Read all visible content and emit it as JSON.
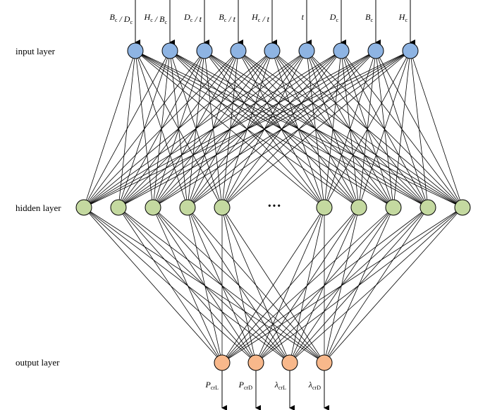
{
  "labels": {
    "input": "input layer",
    "hidden": "hidden layer",
    "output": "output layer",
    "ellipsis": "···"
  },
  "inputs": [
    {
      "parts": [
        [
          "B",
          "c"
        ],
        [
          "/ D",
          "c"
        ]
      ]
    },
    {
      "parts": [
        [
          "H",
          "c"
        ],
        [
          "/ B",
          "c"
        ]
      ]
    },
    {
      "parts": [
        [
          "D",
          "c"
        ],
        [
          "/ t",
          ""
        ]
      ]
    },
    {
      "parts": [
        [
          "B",
          "c"
        ],
        [
          "/ t",
          ""
        ]
      ]
    },
    {
      "parts": [
        [
          "H",
          "c"
        ],
        [
          "/ t",
          ""
        ]
      ]
    },
    {
      "parts": [
        [
          "t",
          ""
        ]
      ]
    },
    {
      "parts": [
        [
          "D",
          "c"
        ]
      ]
    },
    {
      "parts": [
        [
          "B",
          "c"
        ]
      ]
    },
    {
      "parts": [
        [
          "H",
          "c"
        ]
      ]
    }
  ],
  "hidden_left_count": 5,
  "hidden_right_count": 5,
  "outputs": [
    {
      "parts": [
        [
          "P",
          "crL"
        ]
      ]
    },
    {
      "parts": [
        [
          "P",
          "crD"
        ]
      ]
    },
    {
      "parts": [
        [
          "λ",
          "crL"
        ]
      ]
    },
    {
      "parts": [
        [
          "λ",
          "crD"
        ]
      ]
    }
  ],
  "colors": {
    "input_fill": "#8eb4e3",
    "hidden_fill": "#c4d9a0",
    "output_fill": "#f8b88b",
    "stroke": "#000000"
  }
}
